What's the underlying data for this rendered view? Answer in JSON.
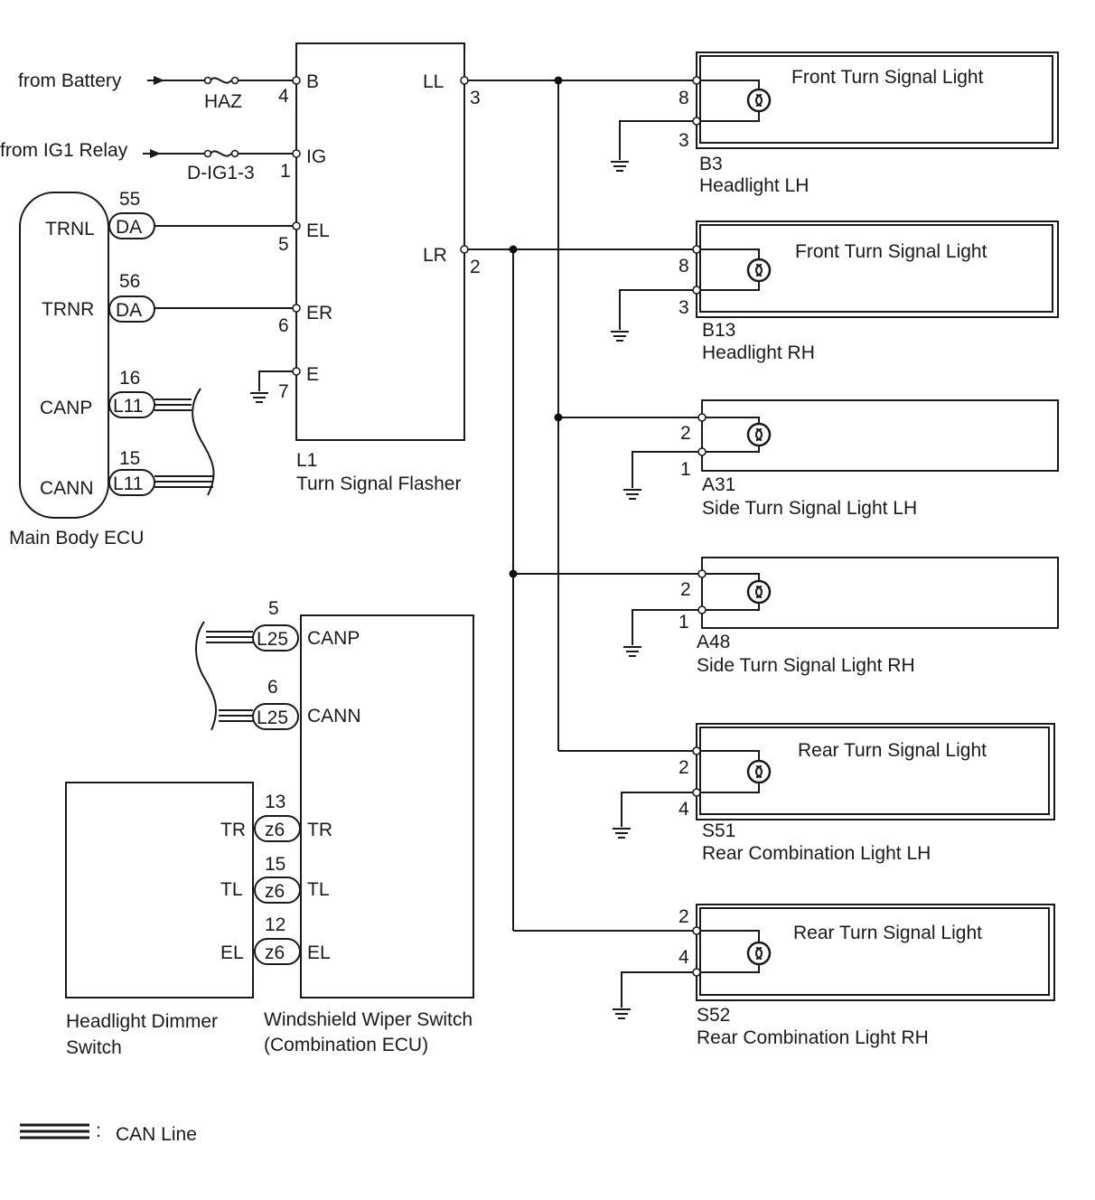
{
  "inputs": {
    "battery": "from Battery",
    "ig1_relay": "from IG1 Relay",
    "fuse_haz": "HAZ",
    "fuse_dig1": "D-IG1-3"
  },
  "flasher": {
    "code": "L1",
    "name": "Turn Signal Flasher",
    "pins": {
      "b": "B",
      "b_no": "4",
      "ig": "IG",
      "ig_no": "1",
      "el": "EL",
      "el_no": "5",
      "er": "ER",
      "er_no": "6",
      "e": "E",
      "e_no": "7",
      "ll": "LL",
      "ll_no": "3",
      "lr": "LR",
      "lr_no": "2"
    }
  },
  "ecu": {
    "name": "Main Body ECU",
    "rows": [
      {
        "signal": "TRNL",
        "pin": "55",
        "conn": "DA"
      },
      {
        "signal": "TRNR",
        "pin": "56",
        "conn": "DA"
      },
      {
        "signal": "CANP",
        "pin": "16",
        "conn": "L11"
      },
      {
        "signal": "CANN",
        "pin": "15",
        "conn": "L11"
      }
    ]
  },
  "wiper": {
    "name1": "Windshield Wiper Switch",
    "name2": "(Combination ECU)",
    "rows": [
      {
        "signal": "CANP",
        "pin": "5",
        "conn": "L25"
      },
      {
        "signal": "CANN",
        "pin": "6",
        "conn": "L25"
      },
      {
        "signal": "TR",
        "pin": "13",
        "conn": "z6"
      },
      {
        "signal": "TL",
        "pin": "15",
        "conn": "z6"
      },
      {
        "signal": "EL",
        "pin": "12",
        "conn": "z6"
      }
    ]
  },
  "dimmer": {
    "name1": "Headlight Dimmer",
    "name2": "Switch",
    "pins": [
      "TR",
      "TL",
      "EL"
    ]
  },
  "lights": [
    {
      "title": "Front Turn Signal Light",
      "code": "B3",
      "name": "Headlight LH",
      "pin_top": "8",
      "pin_bot": "3"
    },
    {
      "title": "Front Turn Signal Light",
      "code": "B13",
      "name": "Headlight RH",
      "pin_top": "8",
      "pin_bot": "3"
    },
    {
      "title": "",
      "code": "A31",
      "name": "Side Turn Signal Light LH",
      "pin_top": "2",
      "pin_bot": "1"
    },
    {
      "title": "",
      "code": "A48",
      "name": "Side Turn Signal Light RH",
      "pin_top": "2",
      "pin_bot": "1"
    },
    {
      "title": "Rear Turn Signal Light",
      "code": "S51",
      "name": "Rear Combination Light LH",
      "pin_top": "2",
      "pin_bot": "4"
    },
    {
      "title": "Rear Turn Signal Light",
      "code": "S52",
      "name": "Rear Combination Light RH",
      "pin_top": "2",
      "pin_bot": "4"
    }
  ],
  "legend": {
    "sep": ":",
    "label": "CAN Line"
  }
}
